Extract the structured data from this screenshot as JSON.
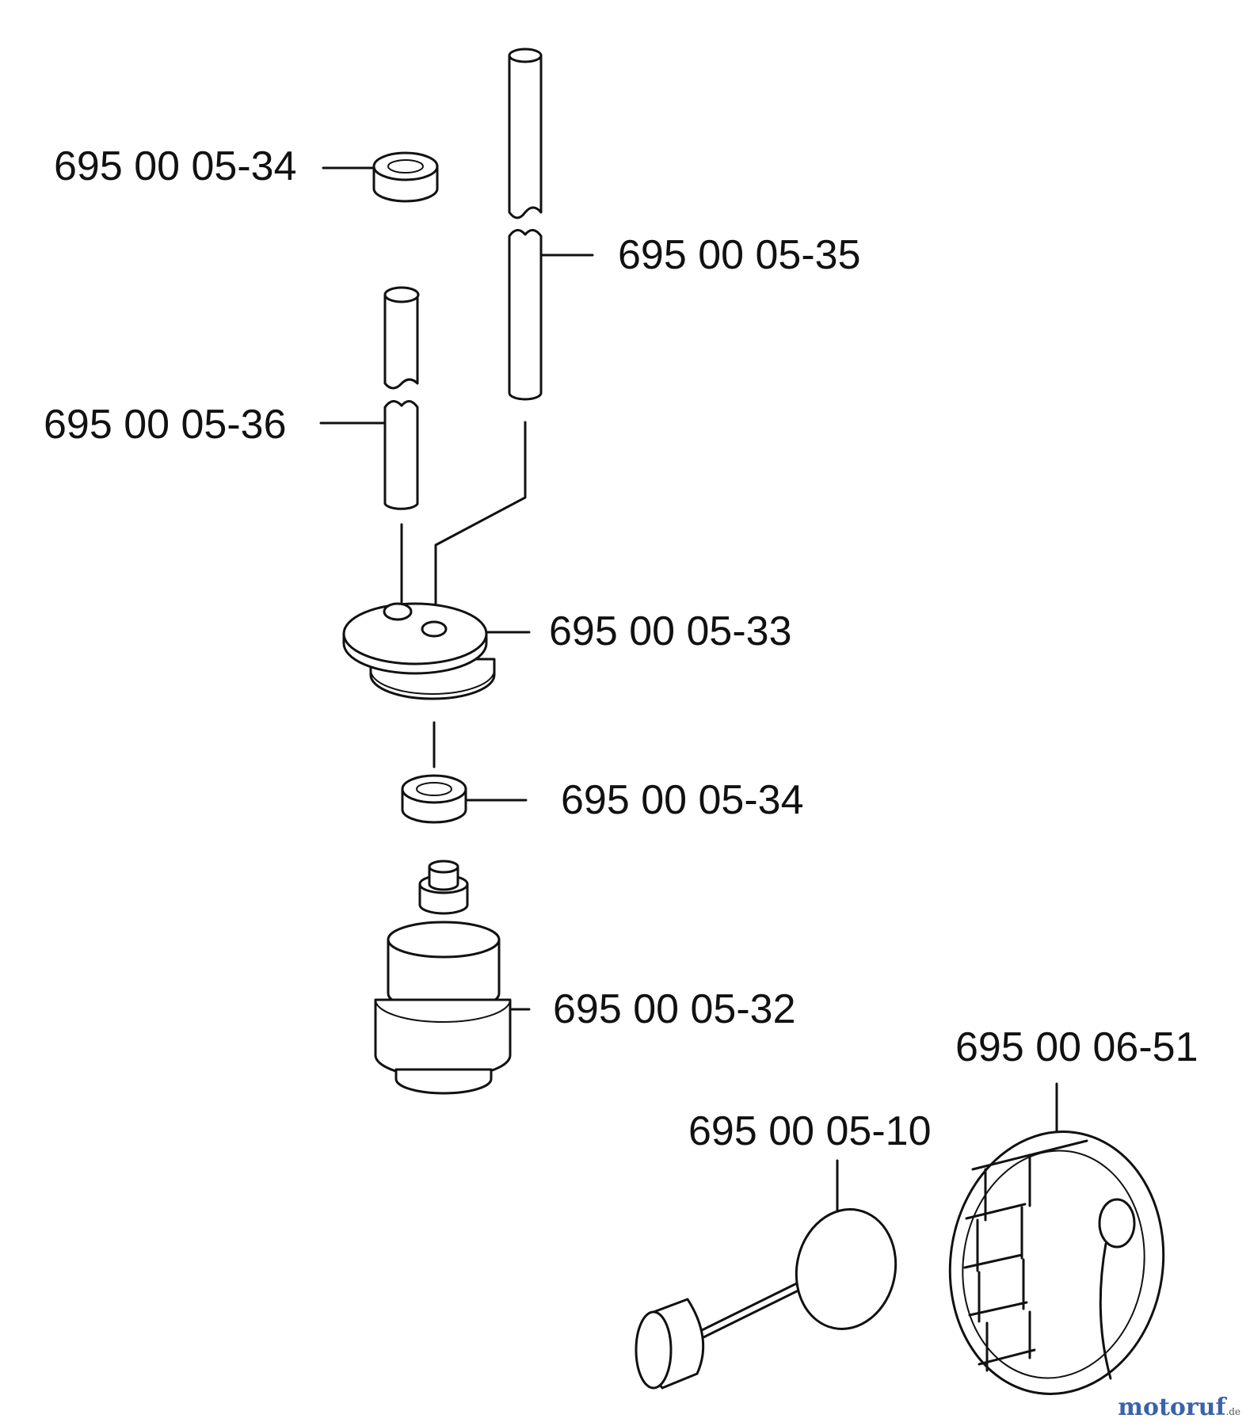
{
  "labels": {
    "grommet_top": "695 00 05-34",
    "hose_long": "695 00 05-35",
    "hose_short": "695 00 05-36",
    "plug": "695 00 05-33",
    "grommet_bottom": "695 00 05-34",
    "filter": "695 00 05-32",
    "strainer": "695 00 05-10",
    "cap": "695 00 06-51"
  },
  "watermark": {
    "name": "motoruf",
    "tld": ".de"
  },
  "colors": {
    "line": "#111111",
    "watermark": "#3a63a8"
  }
}
